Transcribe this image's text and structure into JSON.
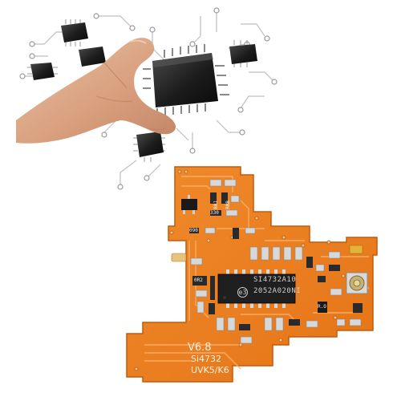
{
  "product": {
    "board_version": "V6.8",
    "chip_name": "Si4732",
    "model": "UVK5/K6",
    "main_ic_line1": "SI4732A10",
    "main_ic_line2": "2052A020NI",
    "main_ic_logo": "e3",
    "part_labels": {
      "r1": "B0J",
      "r2": "RNB",
      "r3": "330",
      "r4": "090",
      "r5": "0R2",
      "r6": "R.O"
    }
  }
}
